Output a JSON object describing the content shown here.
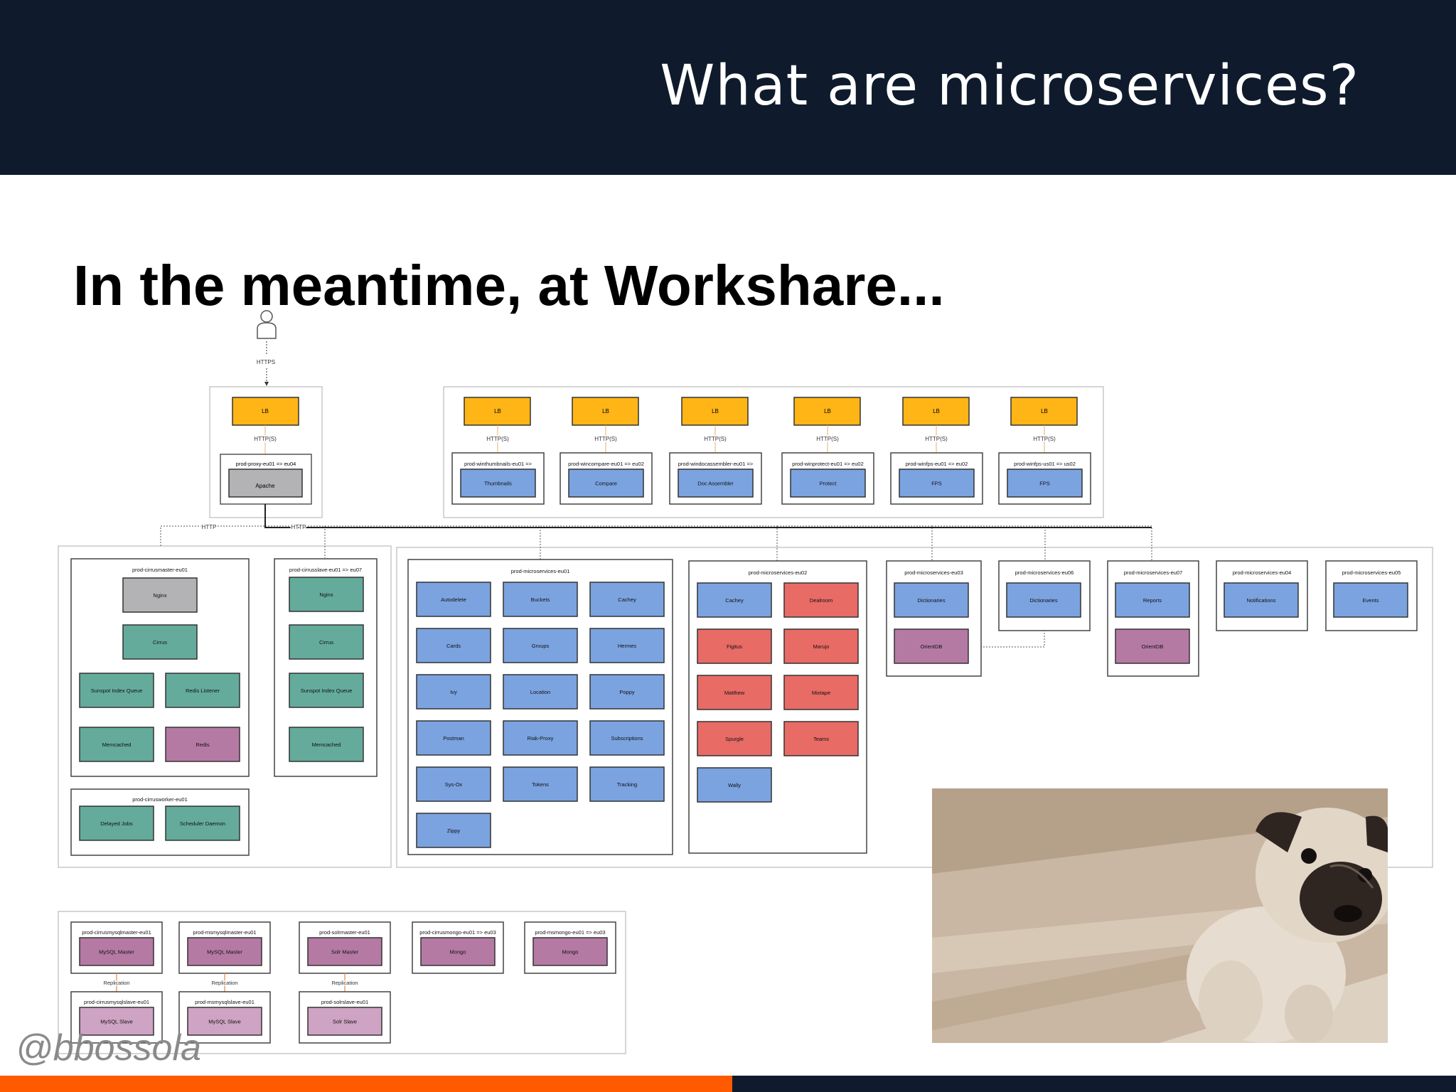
{
  "slide": {
    "title": "What are microservices?",
    "subtitle": "In the meantime, at Workshare...",
    "handle": "@bbossola"
  },
  "colors": {
    "header_bg": "#0f1b2d",
    "accent_orange": "#ff5a00",
    "lb": "#ffb515",
    "blue": "#7ba3e0",
    "teal": "#64ab9c",
    "gray": "#b3b3b6",
    "purple": "#b57aa4",
    "pink": "#cfa3c3",
    "red": "#e86b66"
  },
  "diagram": {
    "user_label": "HTTPS",
    "proxy": {
      "lb": "LB",
      "link": "HTTP(S)",
      "server": "prod-proxy-eu01 => eu04",
      "service": "Apache"
    },
    "frontends": [
      {
        "lb": "LB",
        "link": "HTTP(S)",
        "server": "prod-winthumbnails-eu01 =>",
        "service": "Thumbnails"
      },
      {
        "lb": "LB",
        "link": "HTTP(S)",
        "server": "prod-wincompare-eu01 => eu02",
        "service": "Compare"
      },
      {
        "lb": "LB",
        "link": "HTTP(S)",
        "server": "prod-windocassembler-eu01 =>",
        "service": "Doc Assembler"
      },
      {
        "lb": "LB",
        "link": "HTTP(S)",
        "server": "prod-winprotect-eu01 => eu02",
        "service": "Protect"
      },
      {
        "lb": "LB",
        "link": "HTTP(S)",
        "server": "prod-winfps-eu01 => eu02",
        "service": "FPS"
      },
      {
        "lb": "LB",
        "link": "HTTP(S)",
        "server": "prod-winfps-us01 => us02",
        "service": "FPS"
      }
    ],
    "http_labels": [
      "HTTP",
      "HTTP"
    ],
    "cirrus_master": {
      "title": "prod-cirrusmaster-eu01",
      "items": [
        "Nginx",
        "Cirrus",
        "Sunspot Index Queue",
        "Redis Listener",
        "Memcached",
        "Redis"
      ]
    },
    "cirrus_slave": {
      "title": "prod-cirrusslave-eu01 => eu07",
      "items": [
        "Nginx",
        "Cirrus",
        "Sunspot Index Queue",
        "Memcached"
      ]
    },
    "cirrus_worker": {
      "title": "prod-cirrusworker-eu01",
      "items": [
        "Delayed Jobs",
        "Scheduler Daemon"
      ]
    },
    "ms_eu01": {
      "title": "prod-microservices-eu01",
      "items": [
        "Autodelete",
        "Buckets",
        "Cachey",
        "Cards",
        "Groups",
        "Hermes",
        "Ivy",
        "Location",
        "Poppy",
        "Postman",
        "Riak-Proxy",
        "Subscriptions",
        "Sys-Ox",
        "Tokens",
        "Tracking",
        "Zippy"
      ]
    },
    "ms_eu02": {
      "title": "prod-microservices-eu02",
      "items": [
        "Cachey",
        "Dealroom",
        "Figitus",
        "Marujo",
        "Matthew",
        "Mixtape",
        "Spurgle",
        "Teams",
        "Wally"
      ]
    },
    "ms_eu03": {
      "title": "prod-microservices-eu03",
      "items": [
        "Dictionaries",
        "OrientDB"
      ]
    },
    "ms_eu06": {
      "title": "prod-microservices-eu06",
      "items": [
        "Dictionaries"
      ]
    },
    "ms_eu07": {
      "title": "prod-microservices-eu07",
      "items": [
        "Reports",
        "OrientDB"
      ]
    },
    "ms_eu04": {
      "title": "prod-microservices-eu04",
      "items": [
        "Notifications"
      ]
    },
    "ms_eu05": {
      "title": "prod-microservices-eu05",
      "items": [
        "Events"
      ]
    },
    "databases": [
      {
        "master": "prod-cirrusmysqlmaster-eu01",
        "master_service": "MySQL Master",
        "link": "Replication",
        "slave": "prod-cirrusmysqlslave-eu01",
        "slave_service": "MySQL Slave"
      },
      {
        "master": "prod-msmysqlmaster-eu01",
        "master_service": "MySQL Master",
        "link": "Replication",
        "slave": "prod-msmysqlslave-eu01",
        "slave_service": "MySQL Slave"
      },
      {
        "master": "prod-solrmaster-eu01",
        "master_service": "Solr Master",
        "link": "Replication",
        "slave": "prod-solrslave-eu01",
        "slave_service": "Solr Slave"
      },
      {
        "master": "prod-cirrusmongo-eu01 => eu03",
        "master_service": "Mongo"
      },
      {
        "master": "prod-msmongo-eu01 => eu03",
        "master_service": "Mongo"
      }
    ]
  }
}
